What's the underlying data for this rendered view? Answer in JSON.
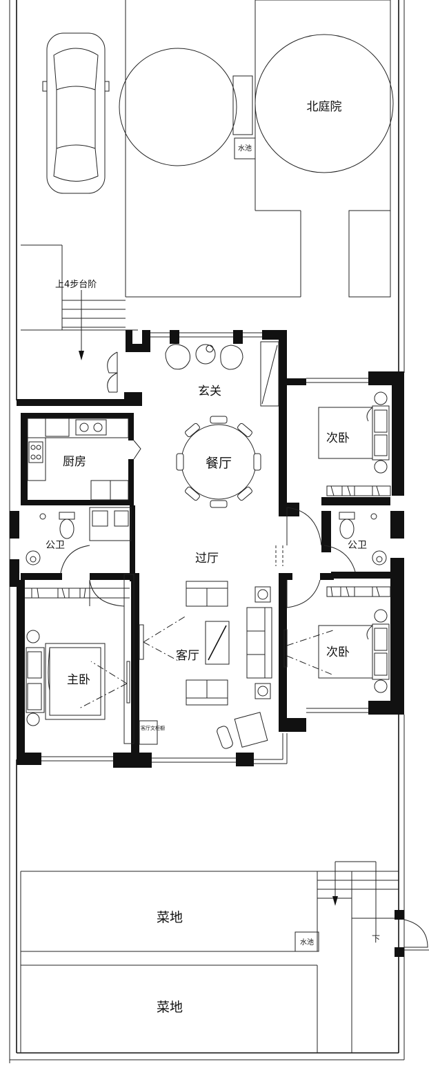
{
  "labels": {
    "north_courtyard": "北庭院",
    "pool_top": "水池",
    "steps": "上4步台阶",
    "entrance": "玄关",
    "dining": "餐厅",
    "kitchen": "厨房",
    "bedroom_right_top": "次卧",
    "bath_left": "公卫",
    "bath_right": "公卫",
    "hall": "过厅",
    "living": "客厅",
    "master": "主卧",
    "bedroom_right_bottom": "次卧",
    "cabinet": "客厅文柜橱",
    "veg1": "菜地",
    "veg2": "菜地",
    "pool_bottom": "水池",
    "down": "下"
  }
}
